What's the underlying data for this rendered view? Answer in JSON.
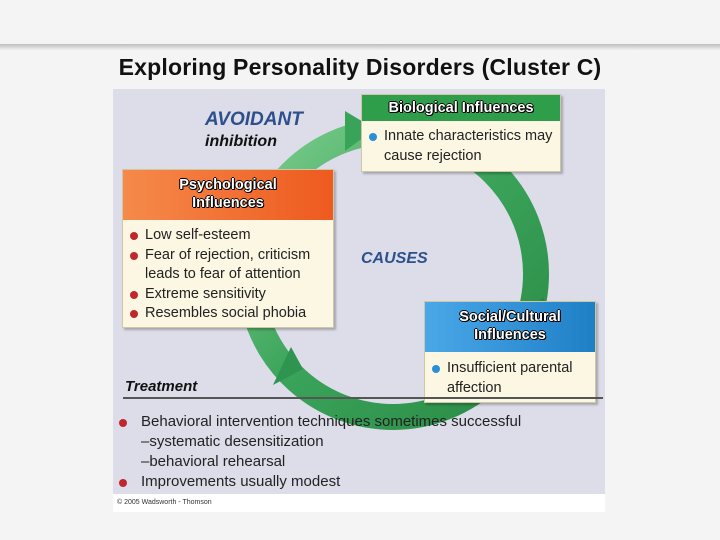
{
  "slide_title": "Exploring Personality Disorders (Cluster C)",
  "diagram": {
    "heading": "AVOIDANT",
    "subheading": "inhibition",
    "center_label": "CAUSES",
    "biological": {
      "title": "Biological Influences",
      "color": "#2e9e4a",
      "items": [
        "Innate characteristics may cause rejection"
      ]
    },
    "psychological": {
      "title": "Psychological Influences",
      "color": "#f26b2a",
      "items": [
        "Low self-esteem",
        "Fear of rejection, criticism leads to fear of attention",
        "Extreme sensitivity",
        "Resembles social phobia"
      ]
    },
    "social": {
      "title": "Social/Cultural Influences",
      "color": "#2a8fd6",
      "items": [
        "Insufficient parental affection"
      ]
    },
    "treatment": {
      "title": "Treatment",
      "color": "#c0272d",
      "items": [
        {
          "text": "Behavioral intervention techniques sometimes successful",
          "bullet": true
        },
        {
          "text": "–systematic desensitization",
          "bullet": false
        },
        {
          "text": "–behavioral rehearsal",
          "bullet": false
        },
        {
          "text": "Improvements usually modest",
          "bullet": true
        }
      ]
    },
    "copyright": "© 2005 Wadsworth - Thomson",
    "arrow_color": "#3aa35a"
  }
}
